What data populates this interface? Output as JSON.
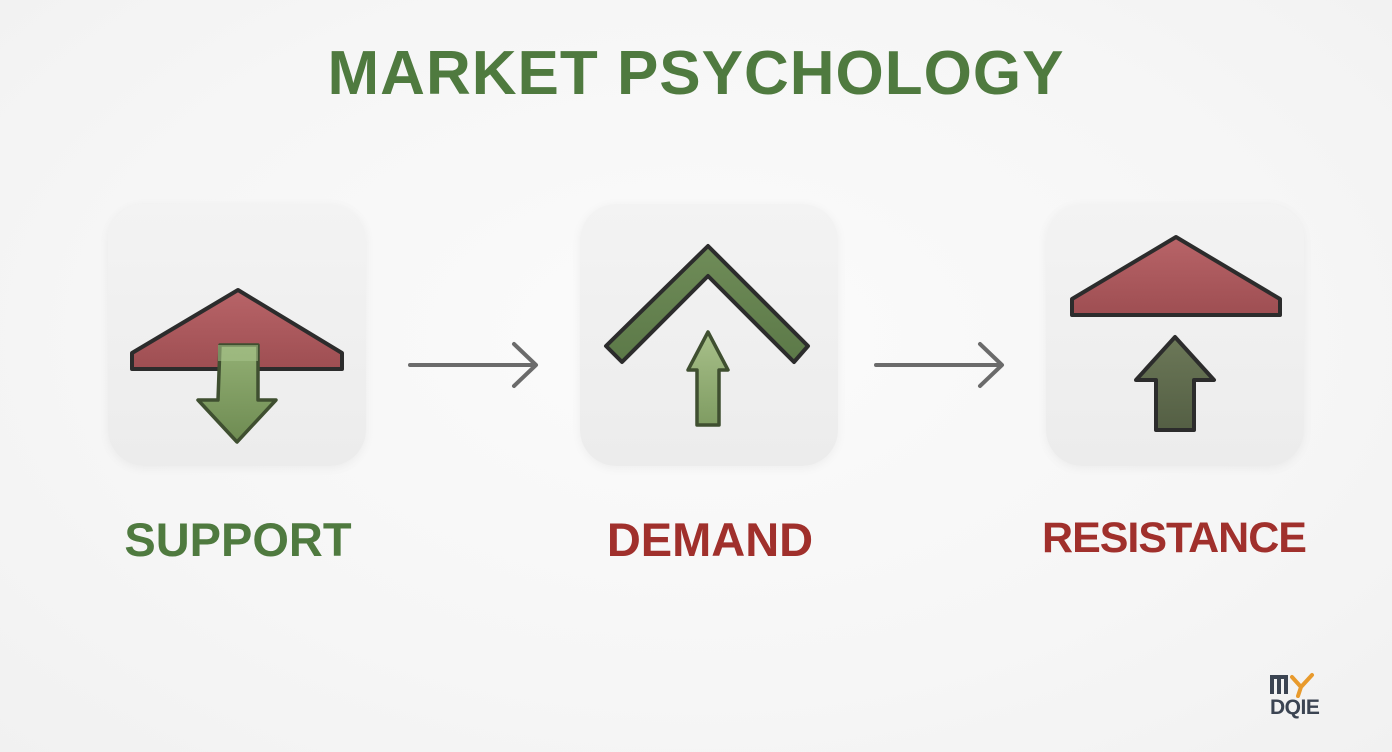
{
  "title": "MARKET PSYCHOLOGY",
  "stages": [
    {
      "label": "SUPPORT",
      "label_color": "#4f7a3f",
      "icon": "roof-with-down-arrow-icon"
    },
    {
      "label": "DEMAND",
      "label_color": "#a0302c",
      "icon": "chevron-with-up-arrow-icon"
    },
    {
      "label": "RESISTANCE",
      "label_color": "#a0302c",
      "icon": "roof-with-up-arrow-icon"
    }
  ],
  "connectors": [
    "right-arrow-icon",
    "right-arrow-icon"
  ],
  "logo": {
    "top": "MY",
    "bottom": "DQIE"
  },
  "colors": {
    "title_green": "#4f7a3f",
    "roof_red": "#a8565a",
    "arrow_green": "#7d9a5f",
    "chevron_green": "#65814f",
    "dark_arrow": "#5e6a4e",
    "outline": "#2c2c2c",
    "connector_gray": "#6b6b6b",
    "logo_orange": "#e89a2c",
    "logo_blue": "#3b4452"
  }
}
